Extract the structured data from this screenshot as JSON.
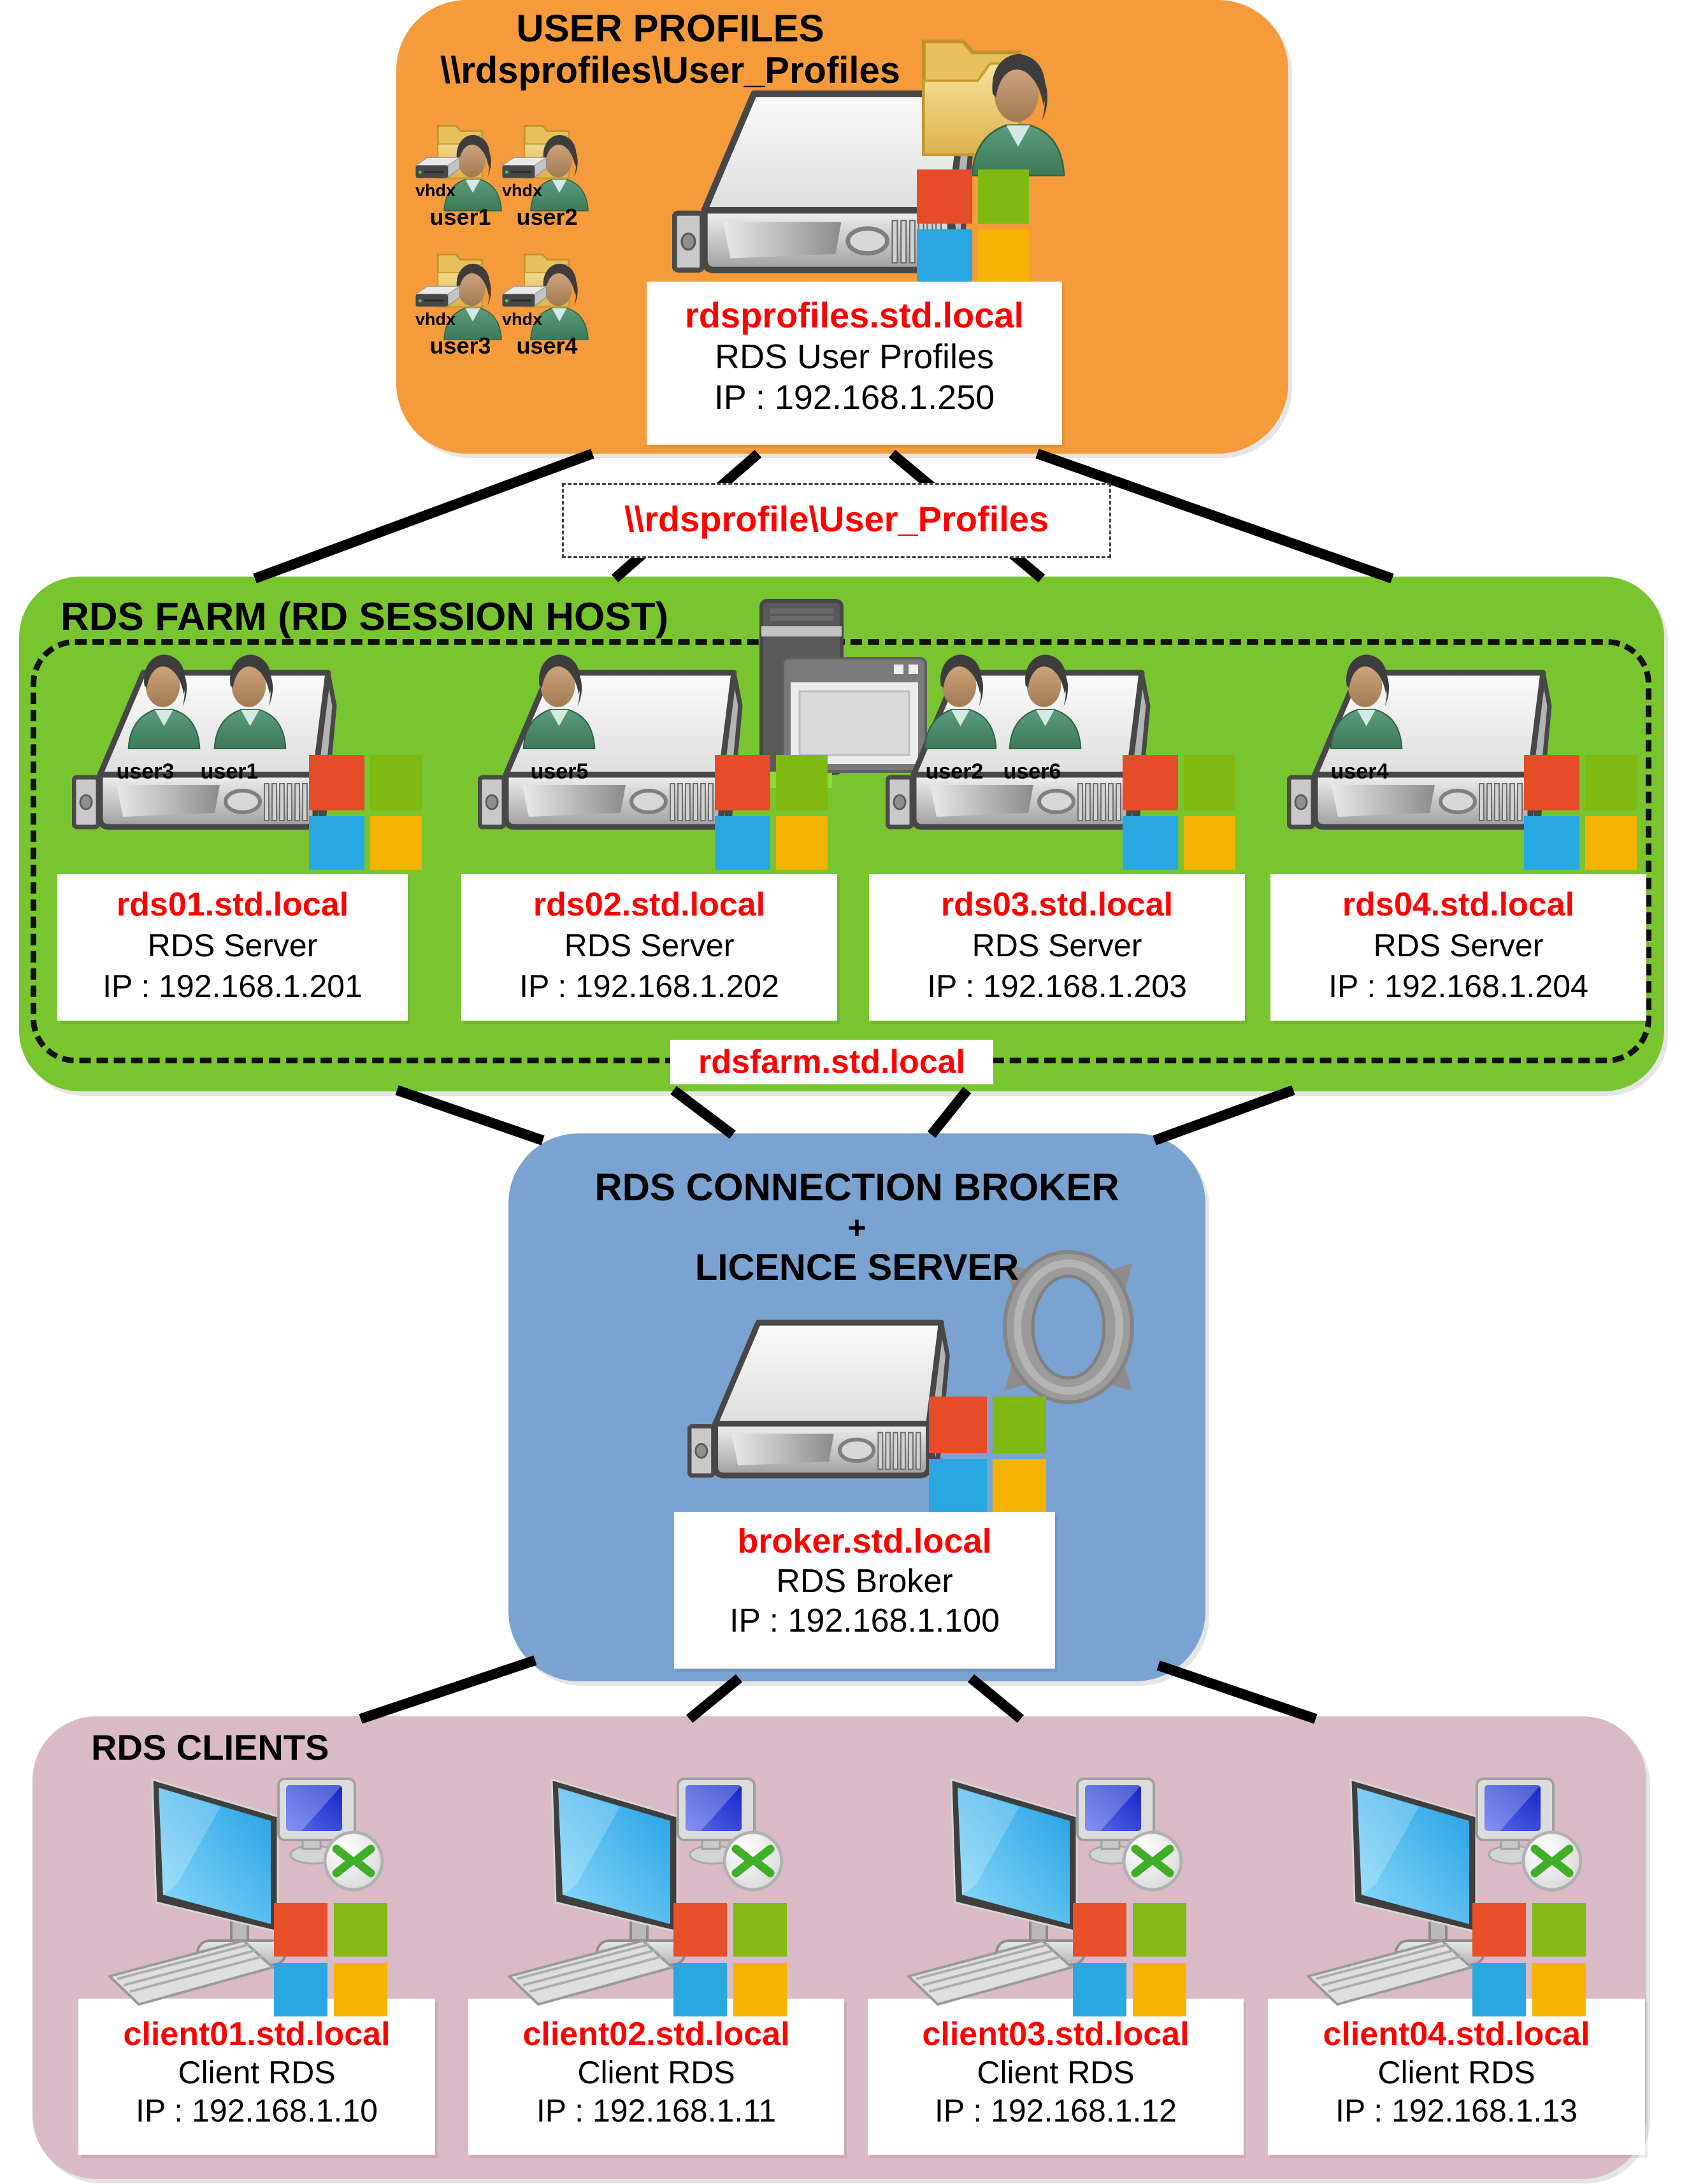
{
  "diagram": {
    "profiles": {
      "title_line1": "USER PROFILES",
      "title_line2": "\\\\rdsprofiles\\User_Profiles",
      "users": [
        {
          "name": "user1",
          "disk": "vhdx"
        },
        {
          "name": "user2",
          "disk": "vhdx"
        },
        {
          "name": "user3",
          "disk": "vhdx"
        },
        {
          "name": "user4",
          "disk": "vhdx"
        }
      ],
      "label": {
        "host": "rdsprofiles.std.local",
        "role": "RDS User Profiles",
        "ip": "IP : 192.168.1.250"
      }
    },
    "share_label": "\\\\rdsprofile\\User_Profiles",
    "farm": {
      "title": "RDS FARM (RD SESSION HOST)",
      "cluster_label": "rdsfarm.std.local",
      "servers": [
        {
          "host": "rds01.std.local",
          "role": "RDS Server",
          "ip": "IP : 192.168.1.201",
          "users": [
            "user3",
            "user1"
          ]
        },
        {
          "host": "rds02.std.local",
          "role": "RDS Server",
          "ip": "IP : 192.168.1.202",
          "users": [
            "user5"
          ]
        },
        {
          "host": "rds03.std.local",
          "role": "RDS Server",
          "ip": "IP : 192.168.1.203",
          "users": [
            "user2",
            "user6"
          ]
        },
        {
          "host": "rds04.std.local",
          "role": "RDS Server",
          "ip": "IP : 192.168.1.204",
          "users": [
            "user4"
          ]
        }
      ]
    },
    "broker": {
      "title_line1": "RDS CONNECTION BROKER",
      "title_line2": "+",
      "title_line3": "LICENCE SERVER",
      "label": {
        "host": "broker.std.local",
        "role": "RDS Broker",
        "ip": "IP : 192.168.1.100"
      }
    },
    "clients": {
      "title": "RDS CLIENTS",
      "items": [
        {
          "host": "client01.std.local",
          "role": "Client RDS",
          "ip": "IP : 192.168.1.10"
        },
        {
          "host": "client02.std.local",
          "role": "Client RDS",
          "ip": "IP : 192.168.1.11"
        },
        {
          "host": "client03.std.local",
          "role": "Client RDS",
          "ip": "IP : 192.168.1.12"
        },
        {
          "host": "client04.std.local",
          "role": "Client RDS",
          "ip": "IP : 192.168.1.13"
        }
      ]
    },
    "colors": {
      "orange": "#f59b3c",
      "green": "#79c52f",
      "blue": "#7ba3d1",
      "pink": "#d9bac6",
      "accent_red": "#ff0000"
    }
  }
}
